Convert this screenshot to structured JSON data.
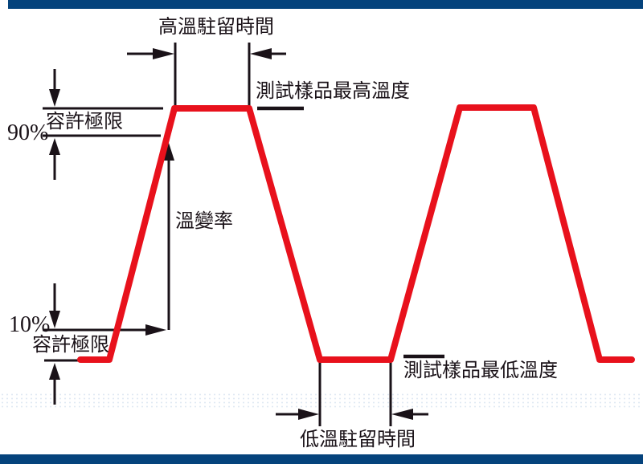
{
  "labels": {
    "high_temp_dwell_time": "高溫駐留時間",
    "specimen_max_temp": "測試樣品最高溫度",
    "upper_tolerance_limit": "容許極限",
    "upper_tolerance_percent": "90%",
    "temp_change_rate": "溫變率",
    "lower_tolerance_percent": "10%",
    "lower_tolerance_limit": "容許極限",
    "specimen_min_temp": "測試樣品最低溫度",
    "low_temp_dwell_time": "低溫駐留時間"
  },
  "colors": {
    "profile_red": "#e8111c",
    "annotation_black": "#1a1218",
    "frame_navy": "#05437c",
    "background": "#ffffff"
  }
}
